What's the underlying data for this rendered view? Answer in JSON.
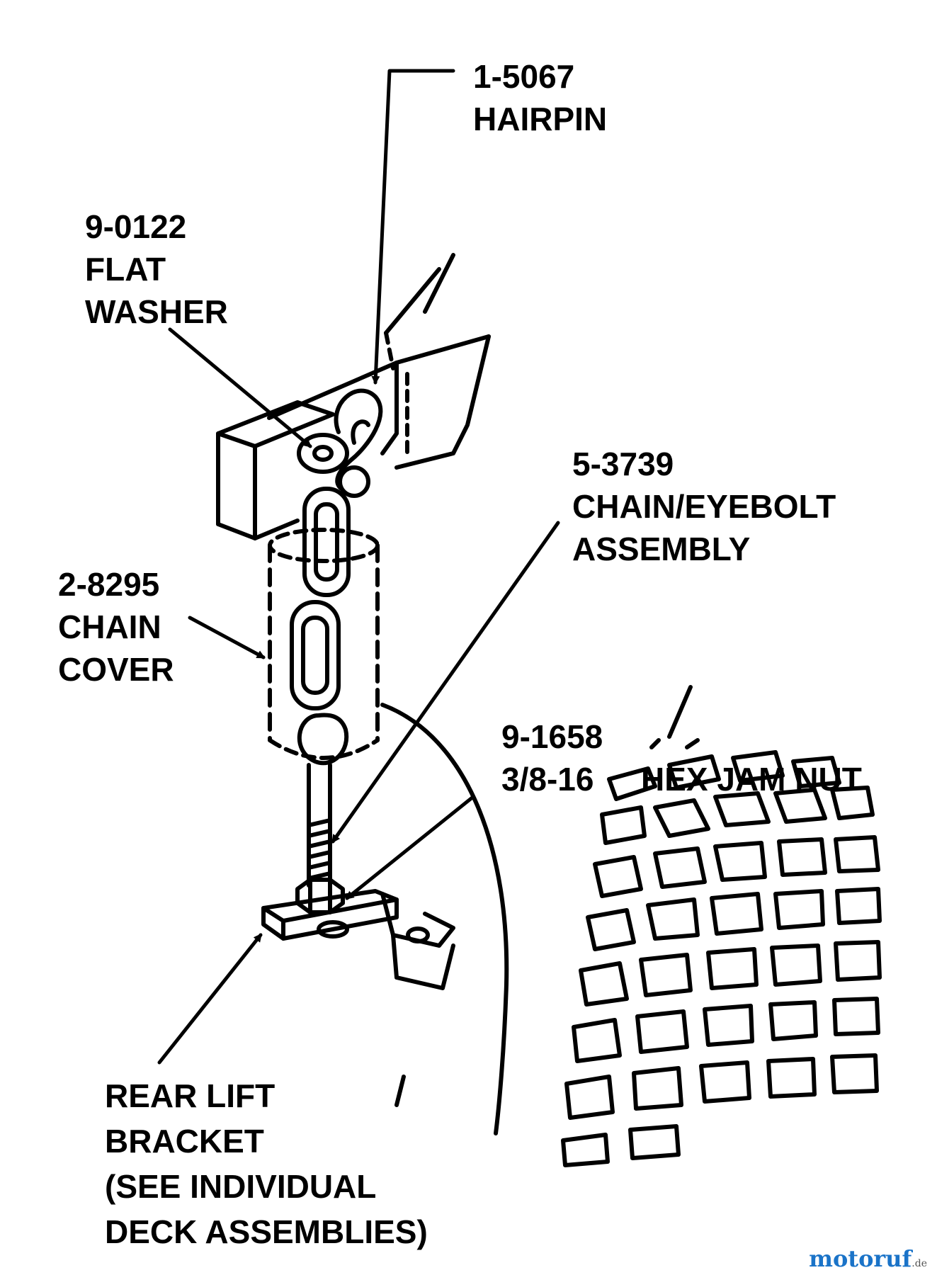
{
  "labels": {
    "hairpin": {
      "part": "1-5067",
      "name": "HAIRPIN"
    },
    "flat_washer": {
      "part": "9-0122",
      "line1": "FLAT",
      "line2": "WASHER"
    },
    "chain_eyebolt": {
      "part": "5-3739",
      "line1": "CHAIN/EYEBOLT",
      "line2": "ASSEMBLY"
    },
    "chain_cover": {
      "part": "2-8295",
      "line1": "CHAIN",
      "line2": "COVER"
    },
    "hex_jam_nut": {
      "part": "9-1658",
      "size": "3/8-16",
      "name": "HEX JAM NUT"
    },
    "rear_lift_bracket": {
      "line1": "REAR LIFT",
      "line2": "BRACKET",
      "line3": "(SEE INDIVIDUAL",
      "line4": "DECK ASSEMBLIES)"
    }
  },
  "watermark": {
    "text": "motoruf",
    "suffix": ".de"
  }
}
